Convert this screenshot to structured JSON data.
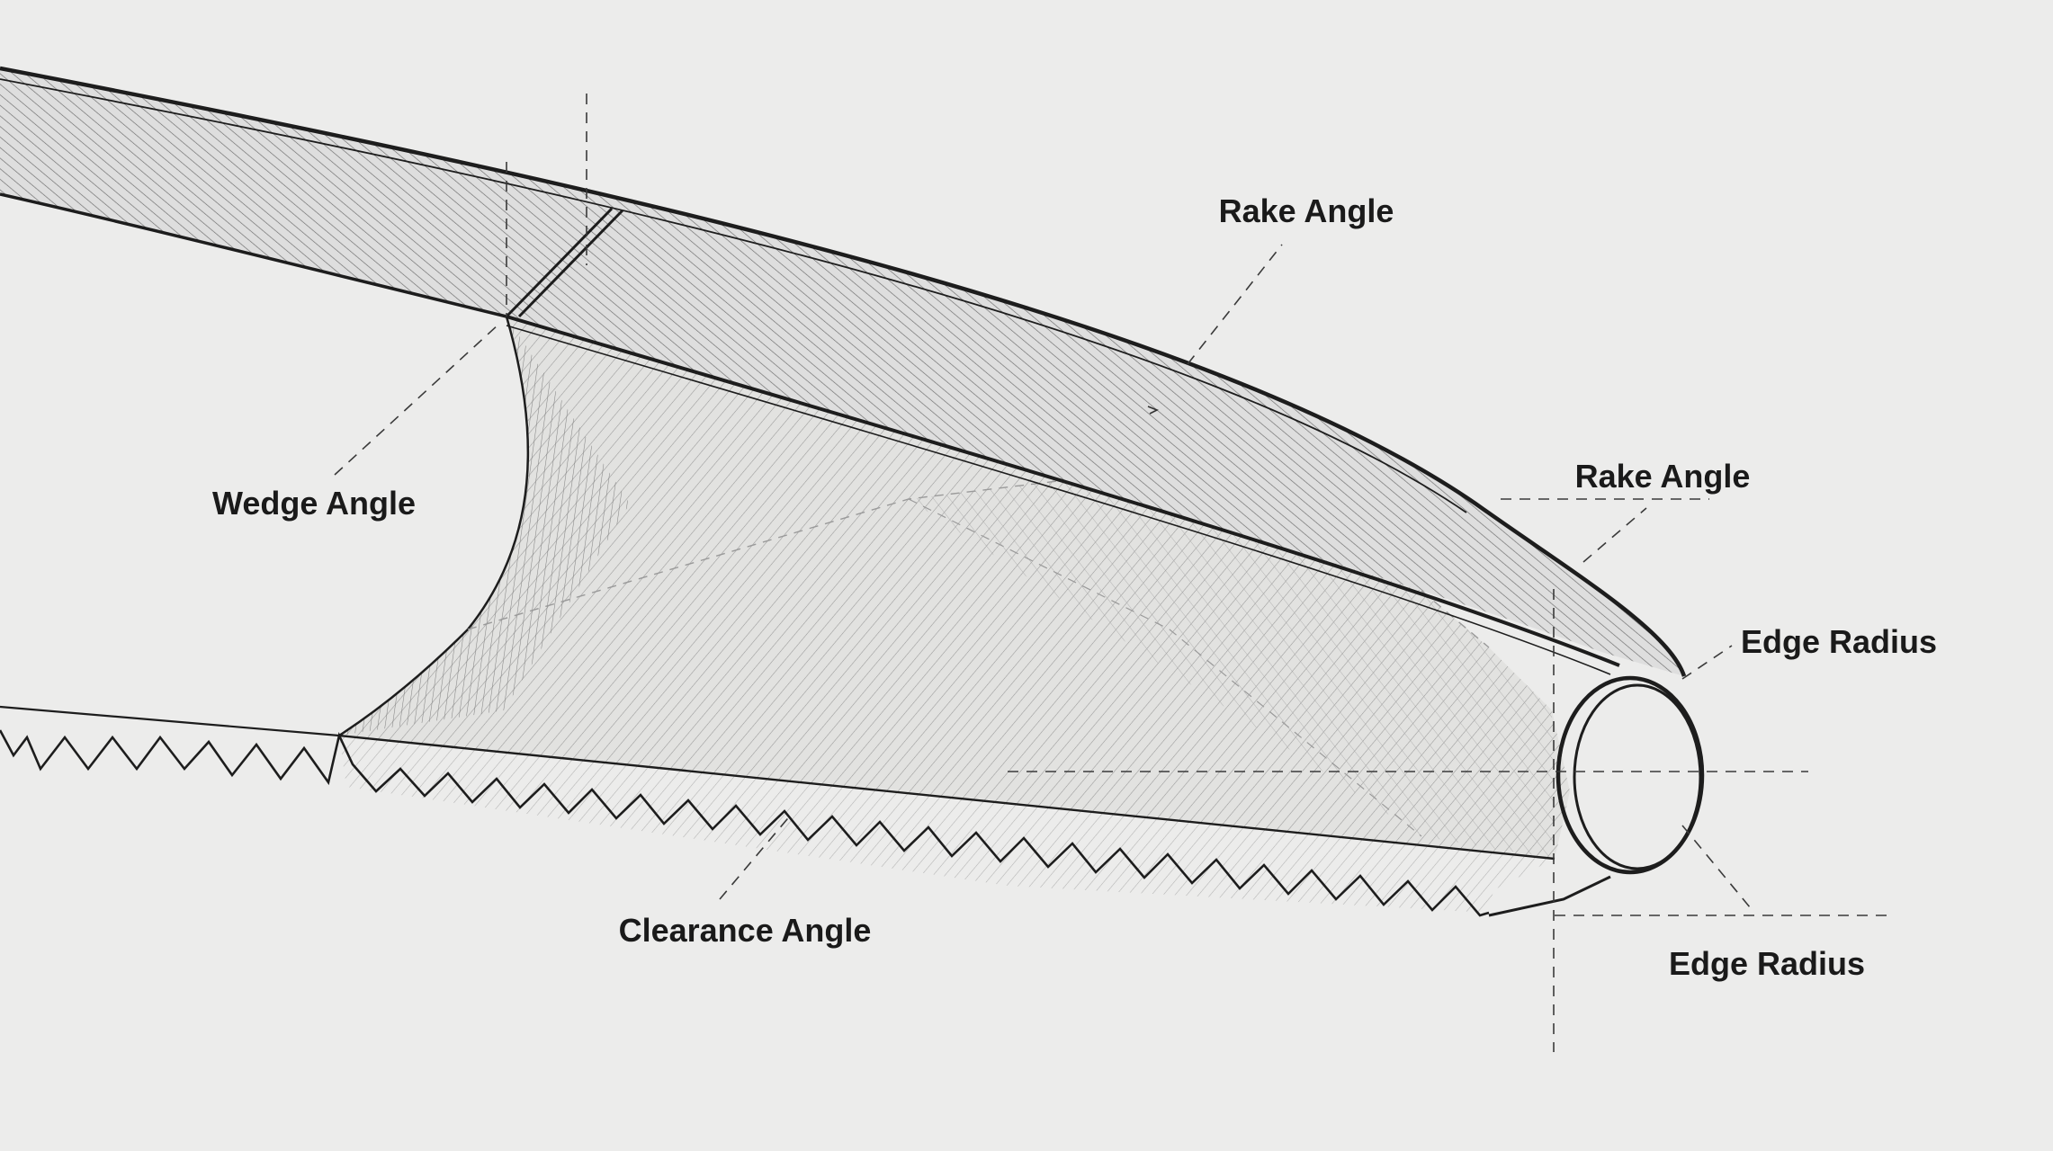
{
  "labels": {
    "rake_angle_top": "Rake Angle",
    "rake_angle_right": "Rake Angle",
    "wedge_angle": "Wedge Angle",
    "edge_radius_top": "Edge Radius",
    "clearance_angle": "Clearance Angle",
    "edge_radius_bottom": "Edge Radius"
  },
  "colors": {
    "background": "#ececeb",
    "ink": "#1d1d1d",
    "hatch": "#6a6a6a",
    "face": "#e4e4e2"
  }
}
